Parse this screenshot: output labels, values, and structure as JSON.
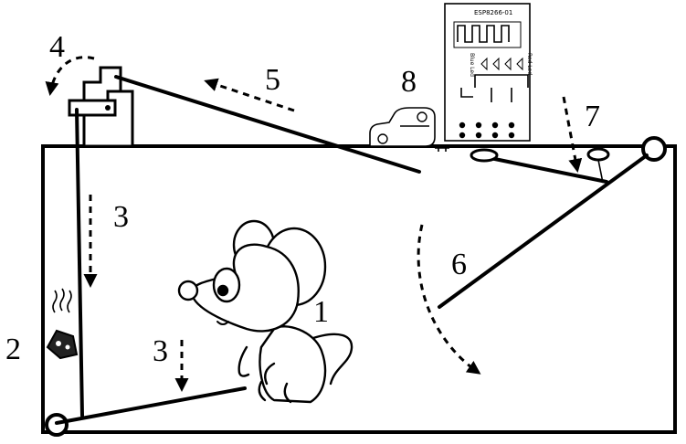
{
  "labels": {
    "mouse": "1",
    "bait": "2",
    "rod_left_top": "3",
    "rod_left_bottom": "3",
    "hinge_arrow": "4",
    "lever_arrow": "5",
    "diagonal_bar": "6",
    "springs_arrow": "7",
    "module_device": "8"
  },
  "module": {
    "title": "ESP8266-01",
    "led_left": "Blue Led",
    "led_right": "Red Led"
  }
}
